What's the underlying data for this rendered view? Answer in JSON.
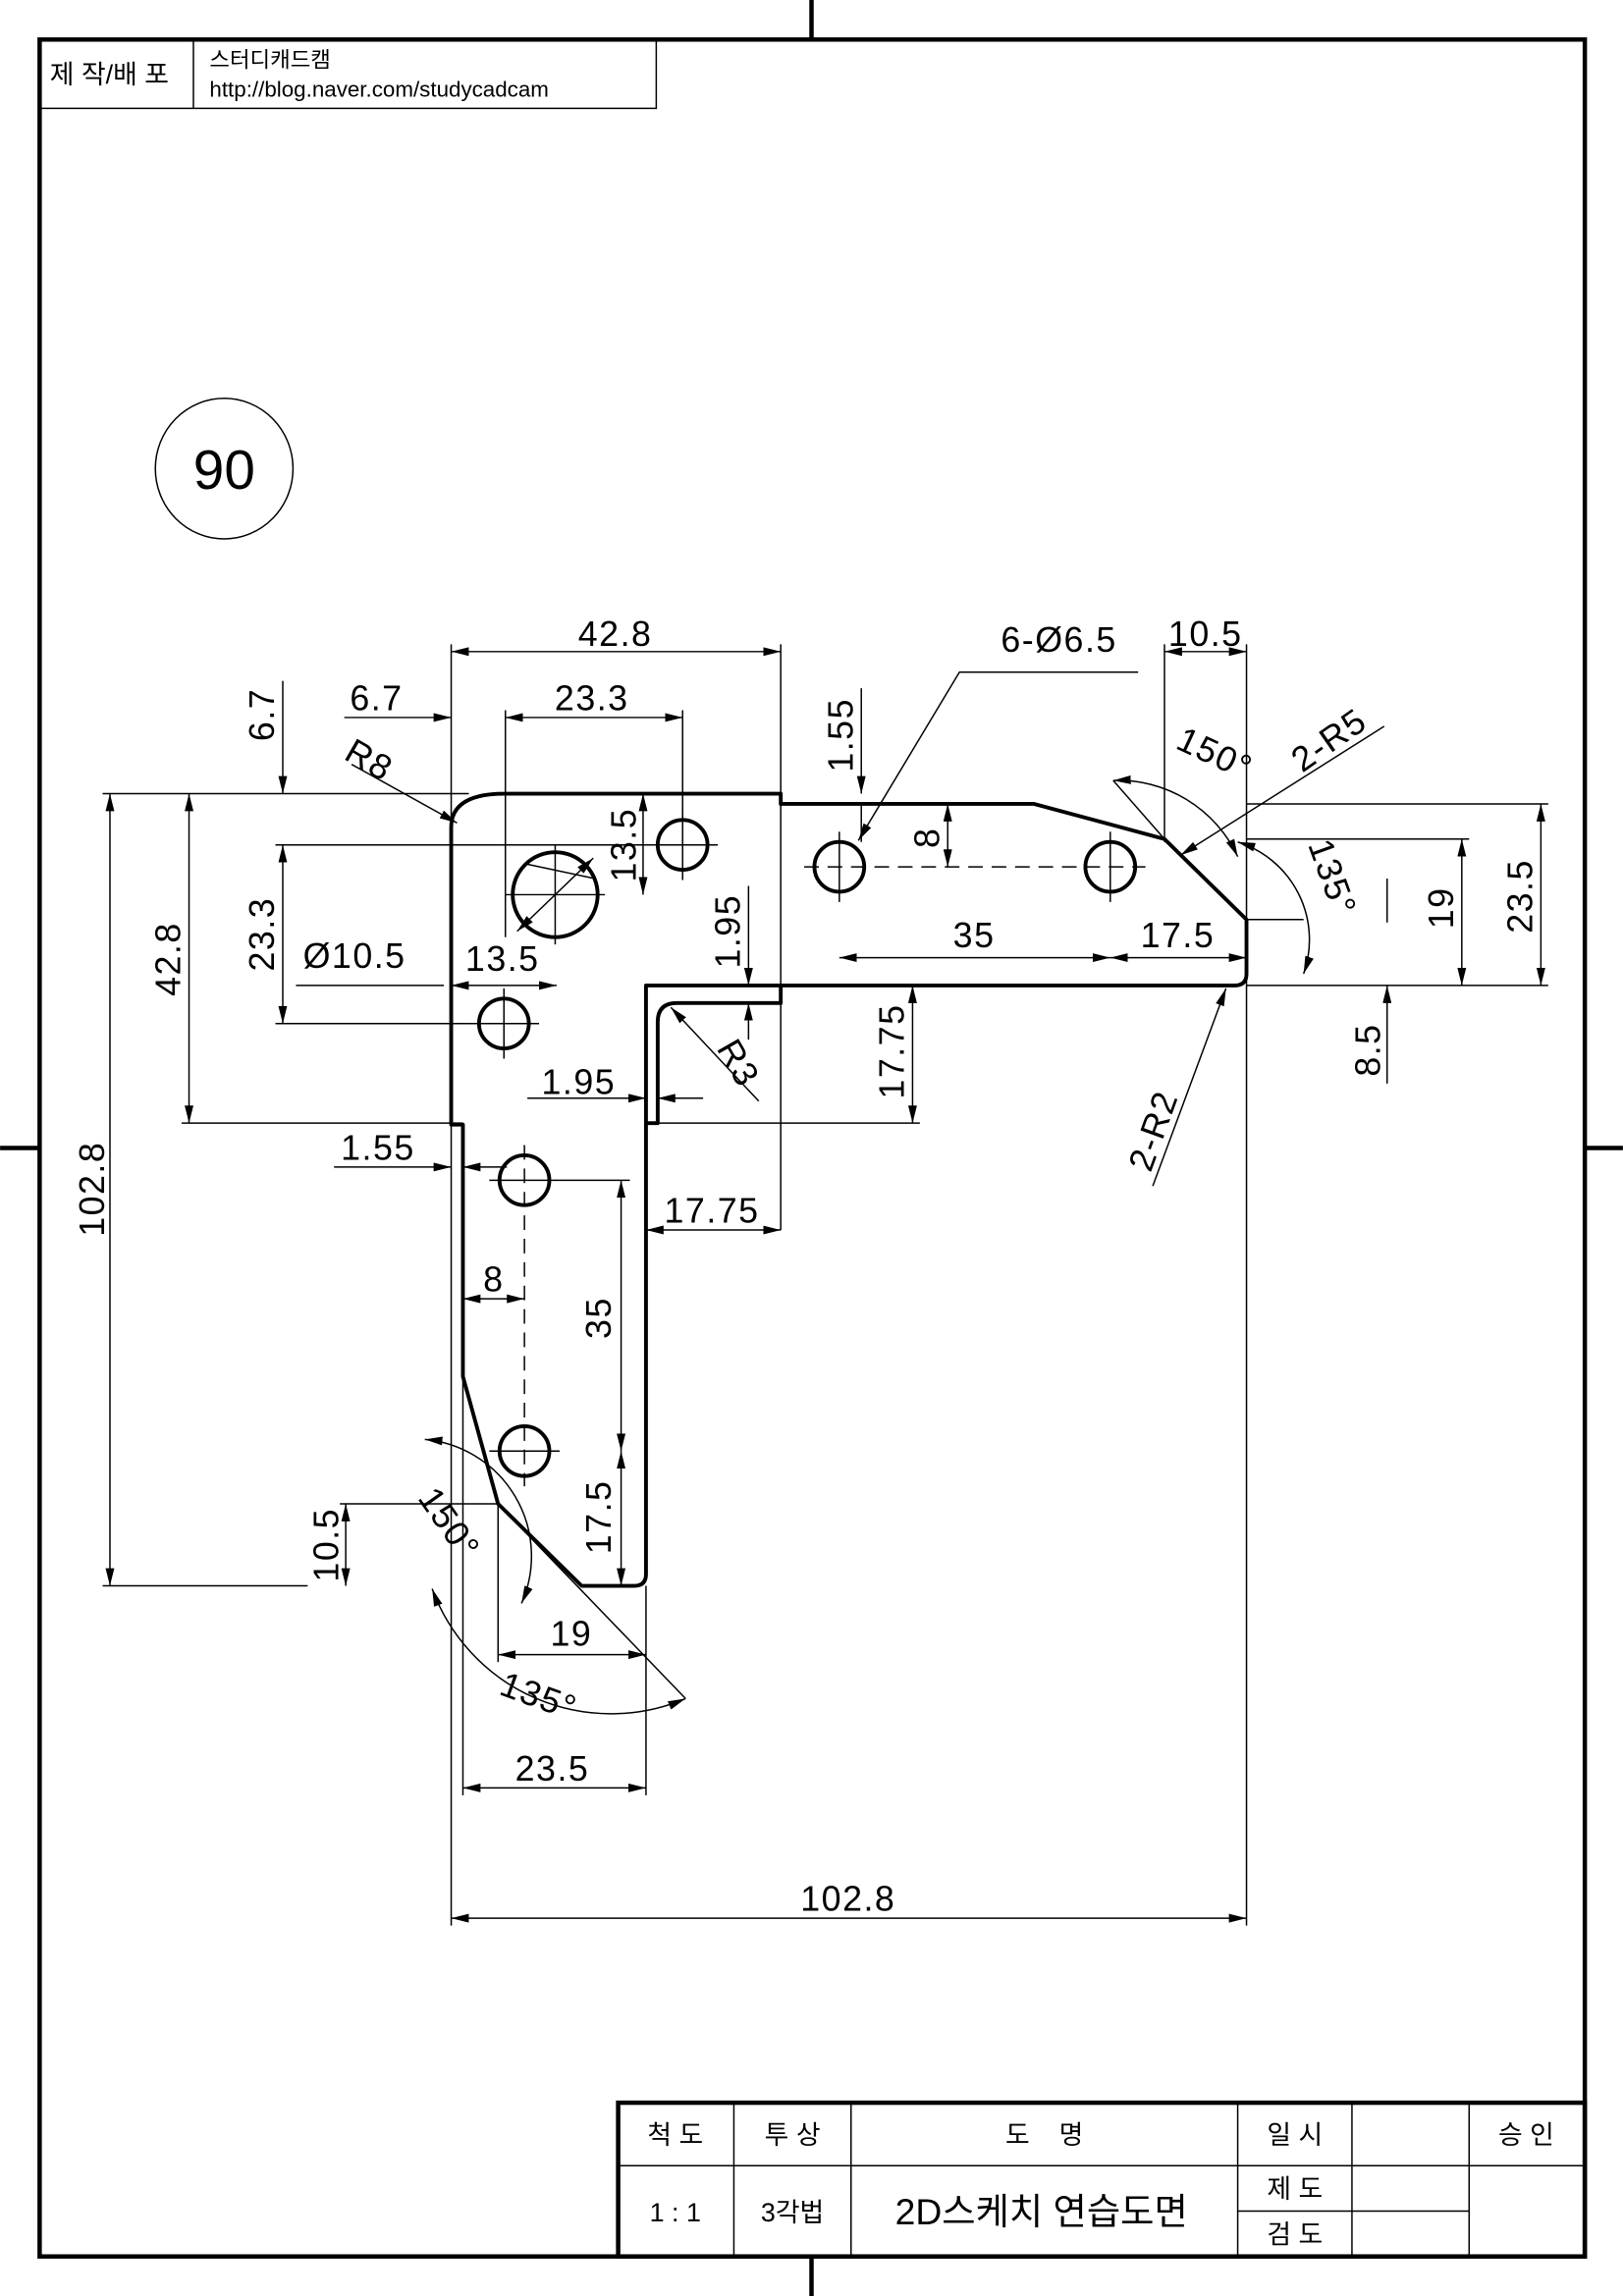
{
  "header": {
    "label": "제 작/배 포",
    "author": "스터디캐드캠",
    "url": "http://blog.naver.com/studycadcam"
  },
  "drawing_number": "90",
  "dims": [
    "42.8",
    "6.7",
    "23.3",
    "6.7",
    "R8",
    "1.55",
    "6-Ø6.5",
    "10.5",
    "150°",
    "2-R5",
    "13.5",
    "8",
    "135°",
    "19",
    "23.5",
    "42.8",
    "23.3",
    "Ø10.5",
    "13.5",
    "1.95",
    "35",
    "17.5",
    "17.75",
    "R3",
    "1.95",
    "8.5",
    "2-R2",
    "1.55",
    "17.75",
    "8",
    "35",
    "10.5",
    "150°",
    "17.5",
    "19",
    "135°",
    "23.5",
    "102.8",
    "102.8"
  ],
  "title_block": {
    "scale_label": "척 도",
    "scale_value": "1 : 1",
    "projection_label": "투 상",
    "projection_value": "3각법",
    "name_label": "도    명",
    "name_value": "2D스케치 연습도면",
    "date_label": "일 시",
    "drawn_label": "제 도",
    "checked_label": "검 도",
    "approval_label": "승 인"
  }
}
